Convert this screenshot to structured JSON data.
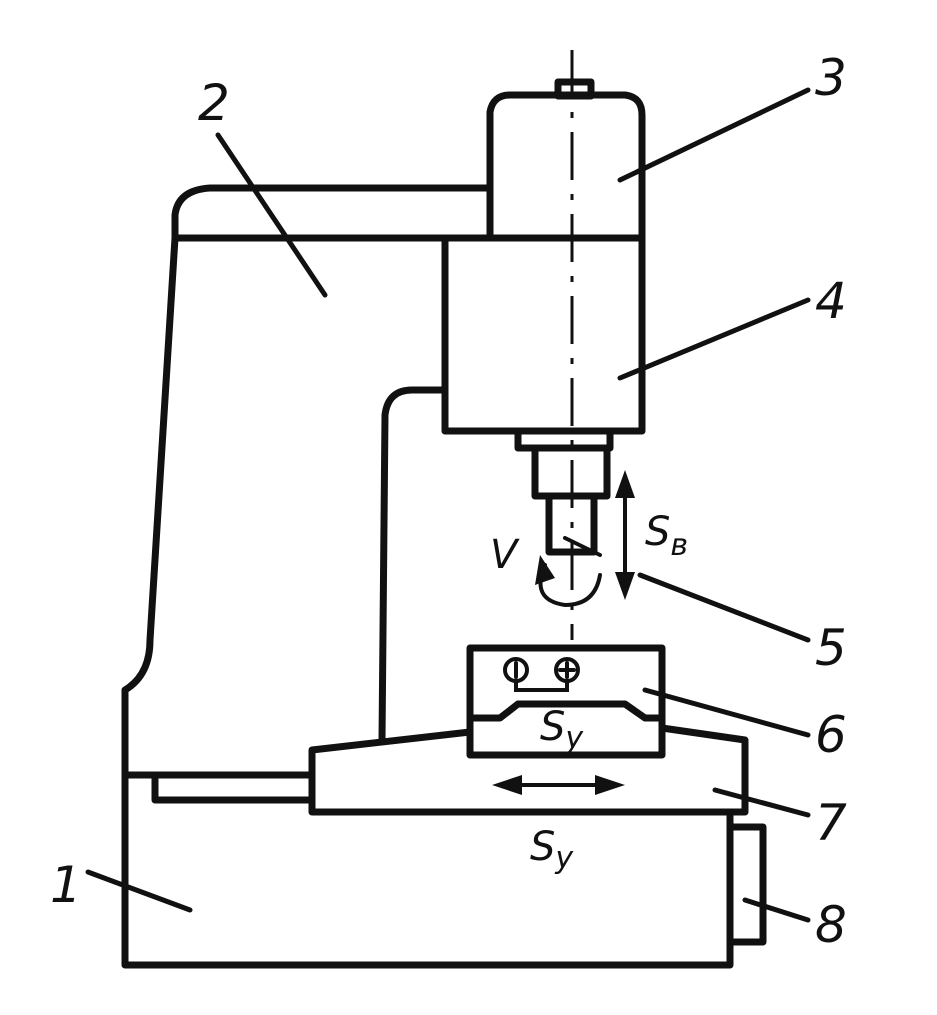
{
  "labels": {
    "n1": "1",
    "n2": "2",
    "n3": "3",
    "n4": "4",
    "n5": "5",
    "n6": "6",
    "n7": "7",
    "n8": "8"
  },
  "symbols": {
    "cutting_speed": "V",
    "vertical_feed_main": "S",
    "vertical_feed_sub": "в",
    "table_feed_vise_main": "S",
    "table_feed_vise_sub": "y",
    "table_feed_base_main": "S",
    "table_feed_base_sub": "y"
  }
}
